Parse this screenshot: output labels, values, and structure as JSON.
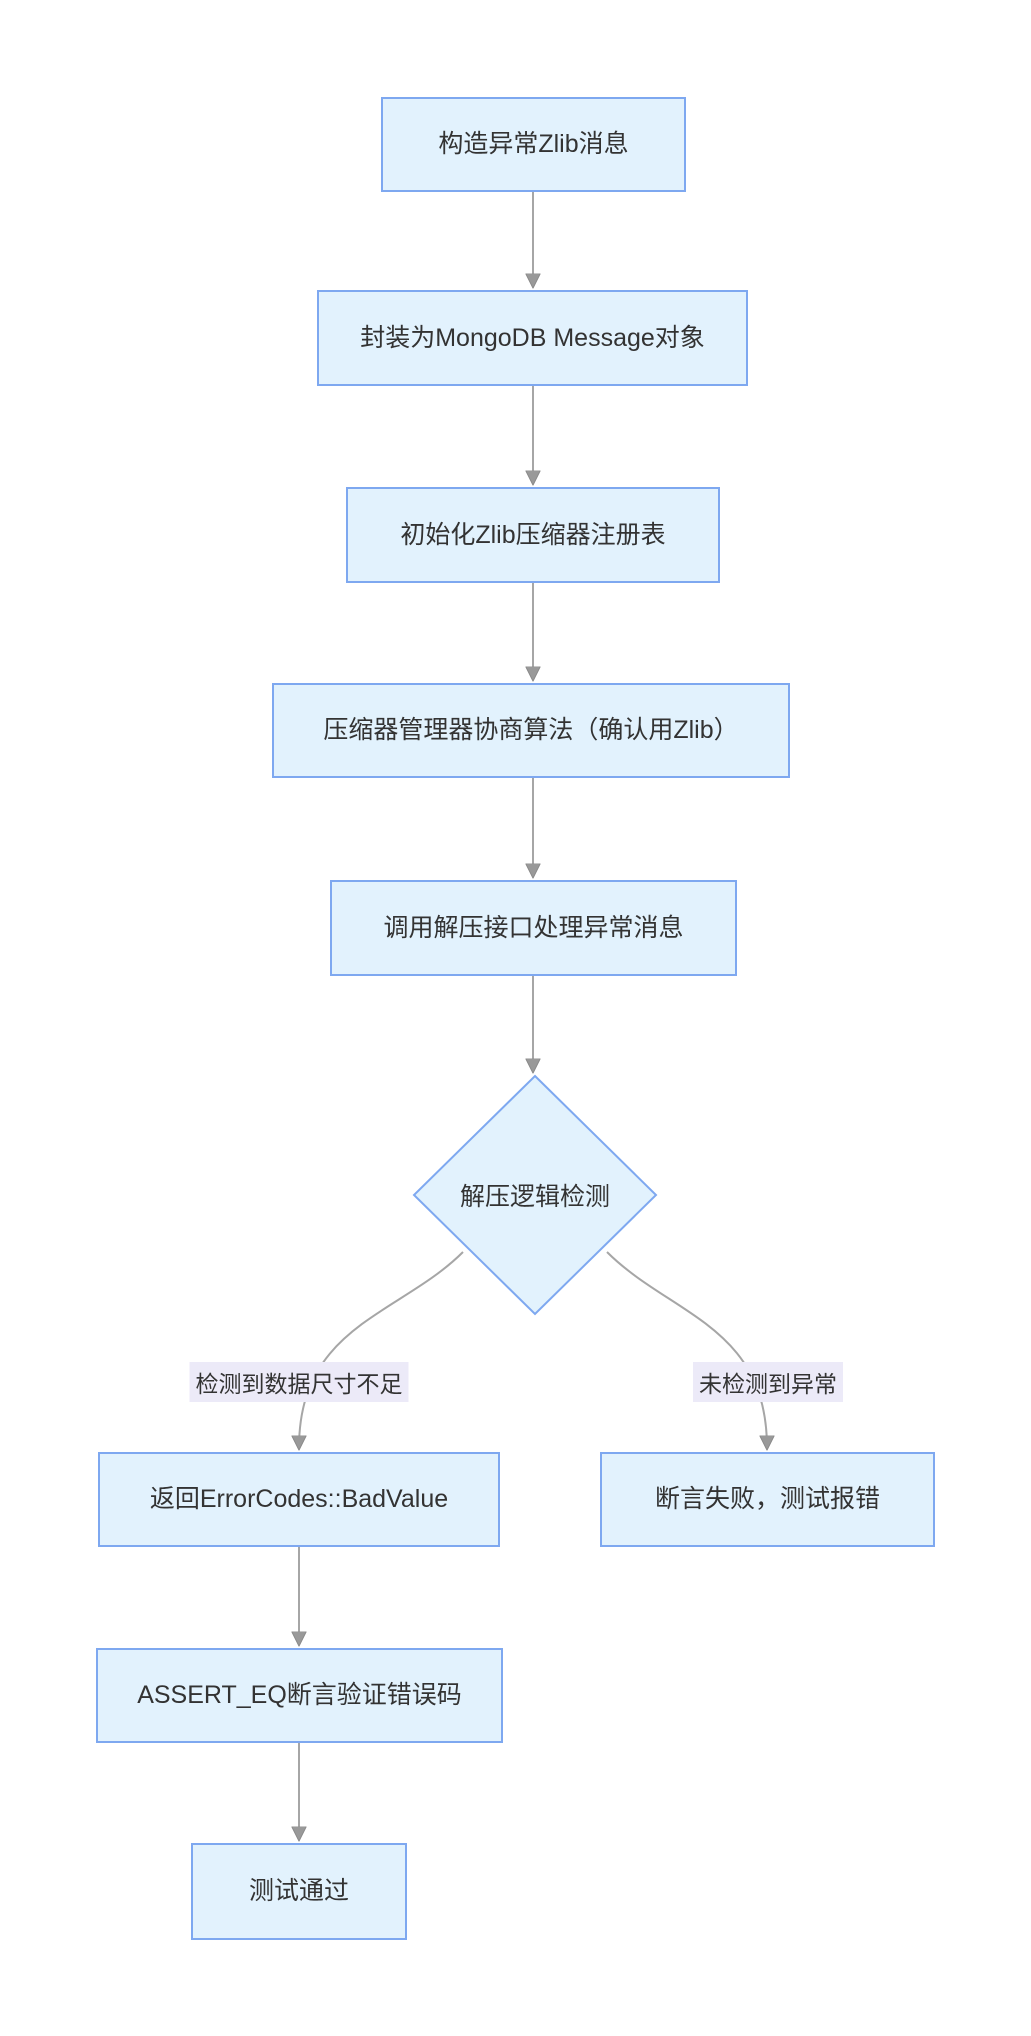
{
  "diagram": {
    "type": "flowchart",
    "direction": "top-down",
    "nodes": {
      "construct_message": "构造异常Zlib消息",
      "wrap_message": "封装为MongoDB Message对象",
      "init_registry": "初始化Zlib压缩器注册表",
      "negotiate_algorithm": "压缩器管理器协商算法（确认用Zlib）",
      "call_decompress": "调用解压接口处理异常消息",
      "decision": "解压逻辑检测",
      "return_badvalue": "返回ErrorCodes::BadValue",
      "assert_failure": "断言失败，测试报错",
      "assert_eq_verify": "ASSERT_EQ断言验证错误码",
      "test_pass": "测试通过"
    },
    "edge_labels": {
      "size_insufficient": "检测到数据尺寸不足",
      "no_exception_detected": "未检测到异常"
    },
    "edges": [
      {
        "from": "construct_message",
        "to": "wrap_message",
        "label": ""
      },
      {
        "from": "wrap_message",
        "to": "init_registry",
        "label": ""
      },
      {
        "from": "init_registry",
        "to": "negotiate_algorithm",
        "label": ""
      },
      {
        "from": "negotiate_algorithm",
        "to": "call_decompress",
        "label": ""
      },
      {
        "from": "call_decompress",
        "to": "decision",
        "label": ""
      },
      {
        "from": "decision",
        "to": "return_badvalue",
        "label": "检测到数据尺寸不足"
      },
      {
        "from": "decision",
        "to": "assert_failure",
        "label": "未检测到异常"
      },
      {
        "from": "return_badvalue",
        "to": "assert_eq_verify",
        "label": ""
      },
      {
        "from": "assert_eq_verify",
        "to": "test_pass",
        "label": ""
      }
    ],
    "colors": {
      "node_fill": "#e2f2fd",
      "node_border": "#7ea8f0",
      "edge_line": "#a6a6a6",
      "arrowhead": "#999999",
      "edge_label_background": "#eceaf8",
      "text": "#333333",
      "page_background": "#ffffff"
    }
  }
}
